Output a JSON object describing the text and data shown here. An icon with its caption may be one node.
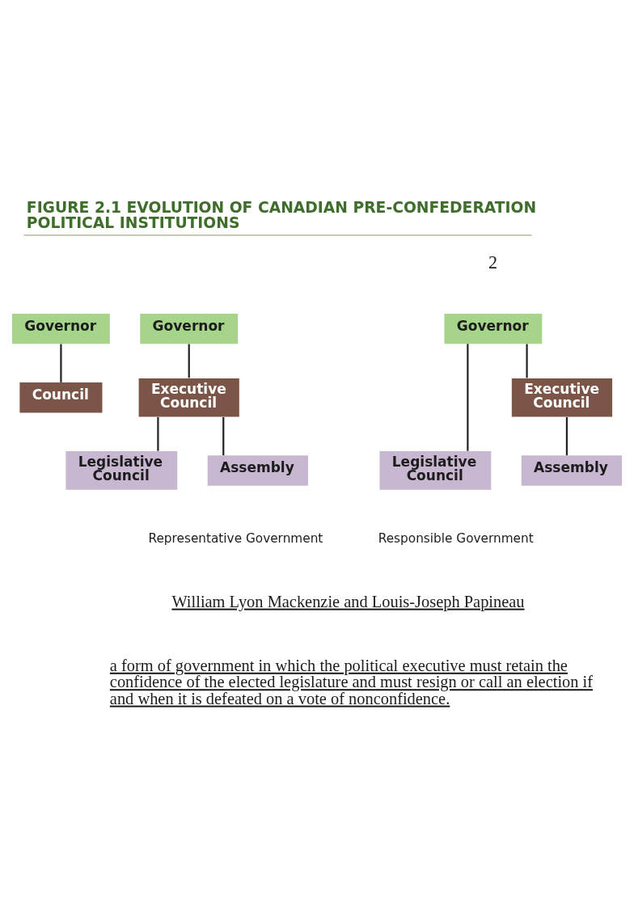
{
  "diagram": {
    "title": "FIGURE 2.1 EVOLUTION OF CANADIAN PRE-CONFEDERATION POLITICAL INSTITUTIONS",
    "nodes": [
      {
        "text": [
          "Governor"
        ]
      },
      {
        "text": [
          "Council"
        ]
      },
      {
        "text": [
          "Governor"
        ]
      },
      {
        "text": [
          "Executive Council"
        ]
      },
      {
        "text": [
          "Legislative Council"
        ]
      },
      {
        "text": [
          "Assembly"
        ]
      },
      {
        "text": [
          "Governor"
        ]
      },
      {
        "text": [
          "Executive Council"
        ]
      },
      {
        "text": [
          "Legislative Council"
        ]
      },
      {
        "text": [
          "Assembly"
        ]
      }
    ],
    "edges": [
      {
        "from": 0,
        "to": 1,
        "arrow": "none"
      },
      {
        "from": 2,
        "to": 3,
        "arrow": "none"
      },
      {
        "from": 3,
        "to": 4,
        "arrow": "none"
      },
      {
        "from": 3,
        "to": 5,
        "arrow": "none"
      },
      {
        "from": 6,
        "to": 8,
        "arrow": "none"
      },
      {
        "from": 6,
        "to": 7,
        "arrow": "none"
      },
      {
        "from": 7,
        "to": 9,
        "arrow": "none"
      }
    ],
    "labels": [
      "2",
      "Representative Government",
      "Responsible Government",
      "William Lyon Mackenzie and Louis-Joseph Papineau",
      "a form of government in which the political executive must retain the confidence of the elected legislature and must resign or call an election if and when it is defeated on a vote of nonconfidence."
    ]
  }
}
